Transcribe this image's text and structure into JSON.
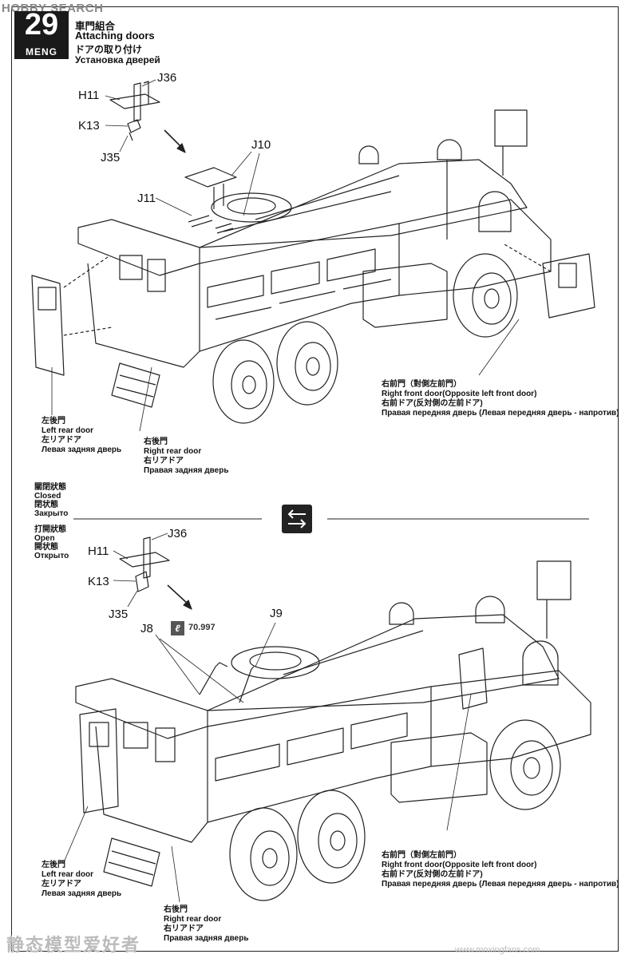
{
  "watermark": "HOBBY SEARCH",
  "step": {
    "number": "29",
    "brand": "MENG"
  },
  "title": {
    "zh": "車門組合",
    "en": "Attaching doors",
    "ja": "ドアの取り付け",
    "ru": "Установка дверей"
  },
  "top": {
    "parts": {
      "j36": "J36",
      "h11": "H11",
      "k13": "K13",
      "j35": "J35",
      "j10": "J10",
      "j11": "J11"
    },
    "left_rear": {
      "zh": "左後門",
      "en": "Left rear door",
      "ja": "左リアドア",
      "ru": "Левая задняя дверь"
    },
    "right_rear": {
      "zh": "右後門",
      "en": "Right rear door",
      "ja": "右リアドア",
      "ru": "Правая задняя дверь"
    },
    "right_front": {
      "zh": "右前門（對側左前門）",
      "en": "Right front door(Opposite left front door)",
      "ja": "右前ドア(反対側の左前ドア)",
      "ru": "Правая передняя дверь (Левая передняя дверь -  напротив)"
    }
  },
  "states": {
    "closed": {
      "zh": "關閉狀態",
      "en": "Closed",
      "ja": "閉状態",
      "ru": "Закрыто"
    },
    "open": {
      "zh": "打開狀態",
      "en": "Open",
      "ja": "開状態",
      "ru": "Открыто"
    }
  },
  "bottom": {
    "parts": {
      "j36": "J36",
      "h11": "H11",
      "k13": "K13",
      "j35": "J35",
      "j8": "J8",
      "j9": "J9"
    },
    "paint_code": "70.997",
    "left_rear": {
      "zh": "左後門",
      "en": "Left rear door",
      "ja": "左リアドア",
      "ru": "Левая задняя дверь"
    },
    "right_rear": {
      "zh": "右後門",
      "en": "Right rear door",
      "ja": "右リアドア",
      "ru": "Правая задняя дверь"
    },
    "right_front": {
      "zh": "右前門（對側左前門）",
      "en": "Right front door(Opposite left front door)",
      "ja": "右前ドア(反対側の左前ドア)",
      "ru": "Правая передняя дверь (Левая передняя дверь -  напротив)"
    }
  },
  "footer": {
    "site_mark": "静态模型爱好者",
    "url": "www.moxingfans.com"
  }
}
